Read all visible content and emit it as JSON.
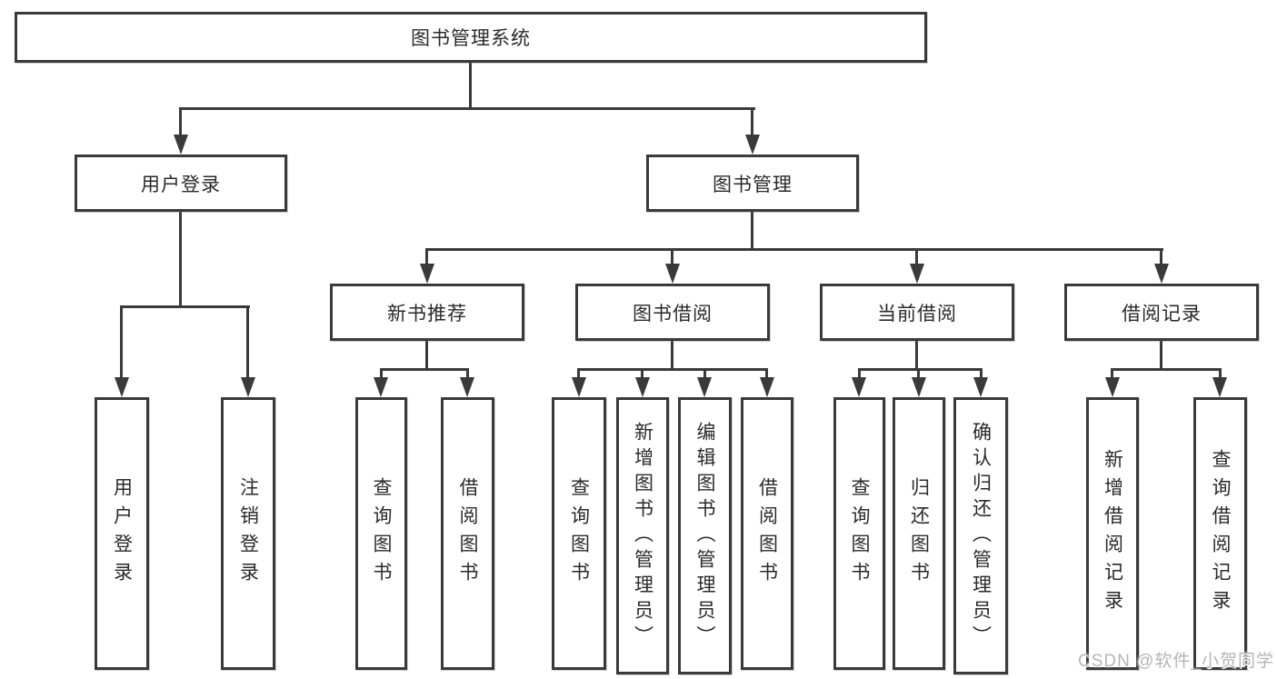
{
  "diagram": {
    "title": "图书管理系统",
    "colors": {
      "line": "#3a3a3a",
      "box_background": "#ffffff",
      "text": "#2a2a2a",
      "watermark": "#b5b5b5"
    },
    "nodes": {
      "root": {
        "label": "图书管理系统"
      },
      "user_login": {
        "label": "用户登录"
      },
      "book_mgmt": {
        "label": "图书管理"
      },
      "new_book_rec": {
        "label": "新书推荐"
      },
      "book_borrow": {
        "label": "图书借阅"
      },
      "current_borrow": {
        "label": "当前借阅"
      },
      "borrow_records": {
        "label": "借阅记录"
      },
      "leaf_user_login": {
        "label": "用户登录"
      },
      "leaf_logout": {
        "label": "注销登录"
      },
      "leaf_rec_query_book": {
        "label": "查询图书"
      },
      "leaf_rec_borrow_book": {
        "label": "借阅图书"
      },
      "leaf_bor_query_book": {
        "label": "查询图书"
      },
      "leaf_bor_add_book": {
        "label": "新增图书（管理员）"
      },
      "leaf_bor_edit_book": {
        "label": "编辑图书（管理员）"
      },
      "leaf_bor_borrow_book": {
        "label": "借阅图书"
      },
      "leaf_cur_query_book": {
        "label": "查询图书"
      },
      "leaf_cur_return_book": {
        "label": "归还图书"
      },
      "leaf_cur_confirm_return": {
        "label": "确认归还（管理员）"
      },
      "leaf_recd_add_record": {
        "label": "新增借阅记录"
      },
      "leaf_recd_query_record": {
        "label": "查询借阅记录"
      }
    },
    "watermark": "CSDN @软件_小贺同学"
  }
}
